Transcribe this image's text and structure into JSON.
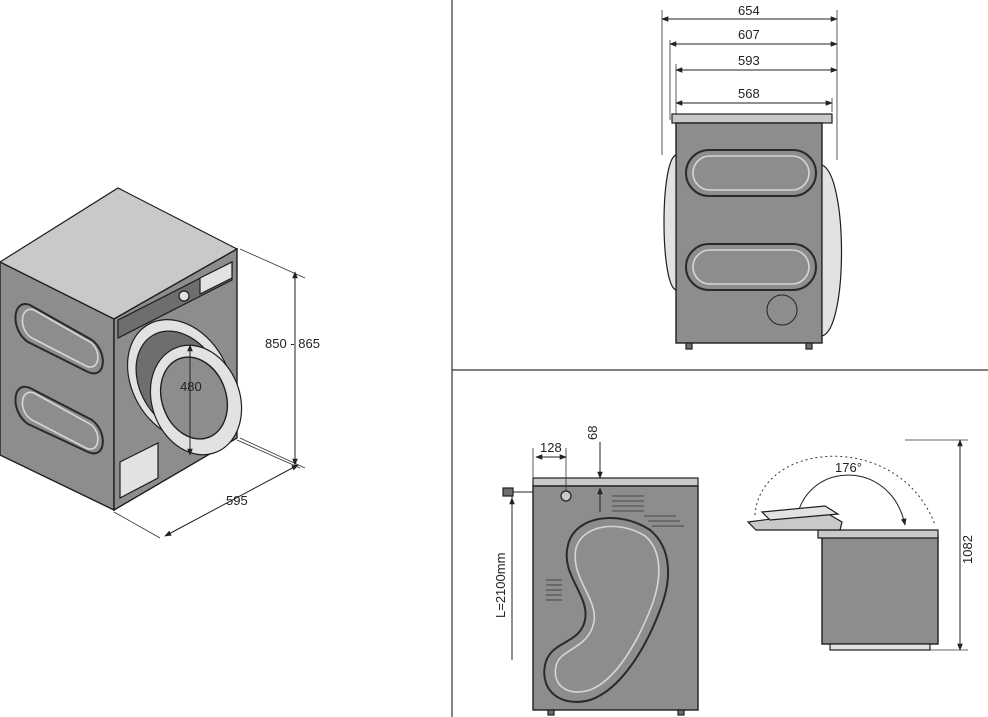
{
  "dimensions": {
    "iso_height": "850 - 865",
    "iso_door": "480",
    "iso_width": "595",
    "side_654": "654",
    "side_607": "607",
    "side_593": "593",
    "side_568": "568",
    "rear_128": "128",
    "rear_68": "68",
    "rear_cable": "L=2100mm",
    "door_angle": "176°",
    "door_height": "1082"
  }
}
